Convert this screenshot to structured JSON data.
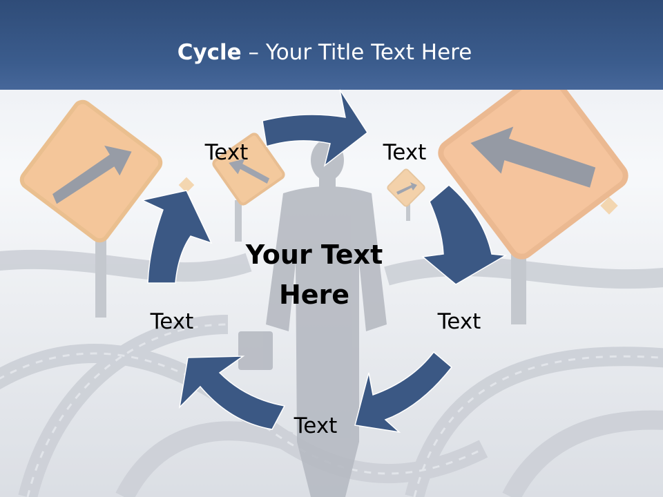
{
  "slide": {
    "title_bold": "Cycle",
    "title_rest": " – Your Title Text Here",
    "center_line1": "Your Text",
    "center_line2": "Here",
    "labels": {
      "top_left": "Text",
      "top_right": "Text",
      "right": "Text",
      "bottom": "Text",
      "left": "Text"
    }
  },
  "colors": {
    "arrow": "#3b5884",
    "title_band": "#3b5c8d",
    "sign": "#f4b06a"
  },
  "icons": [
    "road-sign-icon",
    "person-silhouette-icon",
    "cycle-arrow-icon"
  ]
}
